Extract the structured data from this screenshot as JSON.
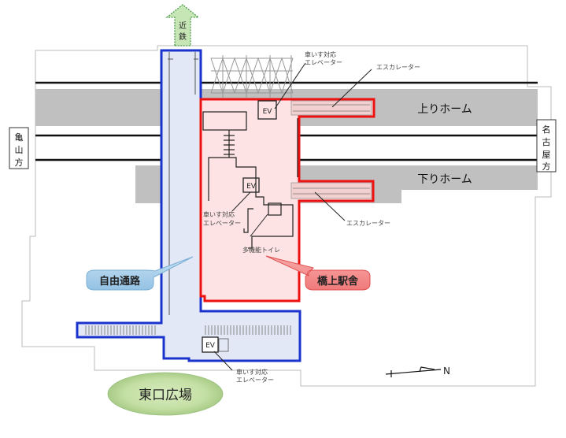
{
  "directions": {
    "north_arrow_label": "近鉄",
    "left_label": "亀山方",
    "right_label": "名古屋方",
    "compass_label": "N"
  },
  "platforms": {
    "up": "上りホーム",
    "down": "下りホーム"
  },
  "annotations": {
    "ev_top": [
      "車いす対応",
      "エレベーター"
    ],
    "escalator_top": "エスカレーター",
    "ev_mid": [
      "車いす対応",
      "エレベーター"
    ],
    "toilet": "多機能トイレ",
    "escalator_bottom": "エスカレーター",
    "ev_bottom": [
      "車いす対応",
      "エレベーター"
    ],
    "ev_box": "EV"
  },
  "callouts": {
    "free_passage": "自由通路",
    "station_building": "橋上駅舎",
    "east_plaza": "東口広場"
  },
  "colors": {
    "free_passage_border": "#1a33cc",
    "free_passage_fill": "#e3e8f7",
    "station_border": "#ee1111",
    "station_fill": "#fde3e3",
    "platform_fill": "#c0c0c0",
    "callout_blue": "#a9cfe9",
    "callout_red": "#f59090",
    "plaza_green": "#c4dfa4",
    "arrow_green": "#c7e6b5"
  }
}
